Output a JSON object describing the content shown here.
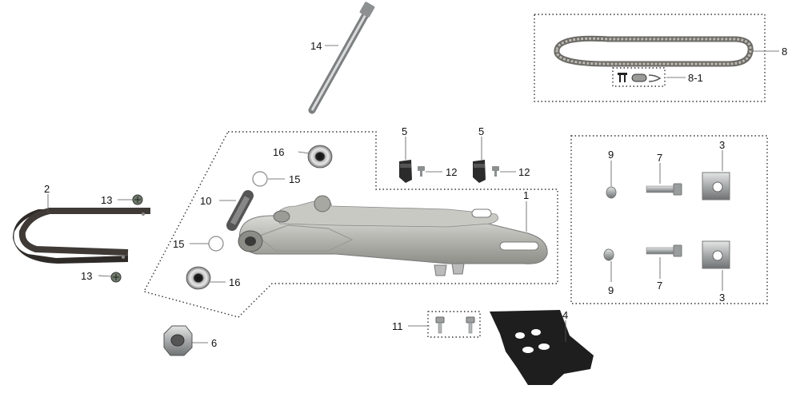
{
  "labels": {
    "p1": "1",
    "p2": "2",
    "p3a": "3",
    "p3b": "3",
    "p4": "4",
    "p5a": "5",
    "p5b": "5",
    "p6": "6",
    "p7a": "7",
    "p7b": "7",
    "p8": "8",
    "p8_1": "8-1",
    "p9a": "9",
    "p9b": "9",
    "p10": "10",
    "p11": "11",
    "p12a": "12",
    "p12b": "12",
    "p13a": "13",
    "p13b": "13",
    "p14": "14",
    "p15a": "15",
    "p15b": "15",
    "p16a": "16",
    "p16b": "16"
  },
  "colors": {
    "swingarm": "#b9b9b4",
    "dark_part": "#2e2a28",
    "steel": "#a9acad",
    "chain": "#6b6a66",
    "guide": "#1e1e1e"
  }
}
